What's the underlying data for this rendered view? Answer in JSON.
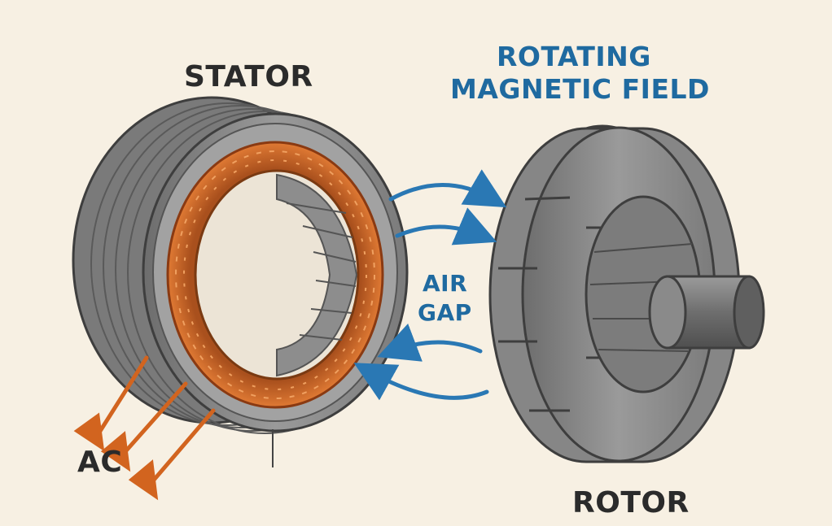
{
  "labels": {
    "stator": "STATOR",
    "field_line1": "ROTATING",
    "field_line2": "MAGNETIC FIELD",
    "air_gap_line1": "AIR",
    "air_gap_line2": "GAP",
    "ac": "AC",
    "rotor": "ROTOR"
  },
  "colors": {
    "background": "#f7f0e3",
    "steel": "#8b8b8b",
    "steel_dark": "#5e5e5e",
    "copper": "#cf6a2c",
    "field_arrows": "#2a78b4",
    "ac_arrows": "#d2641f",
    "text_dark": "#2b2b2b",
    "text_blue": "#1f6aa0"
  },
  "components": [
    "stator",
    "stator-winding",
    "rotor",
    "shaft",
    "air-gap",
    "field-arrows",
    "ac-input-arrows"
  ]
}
